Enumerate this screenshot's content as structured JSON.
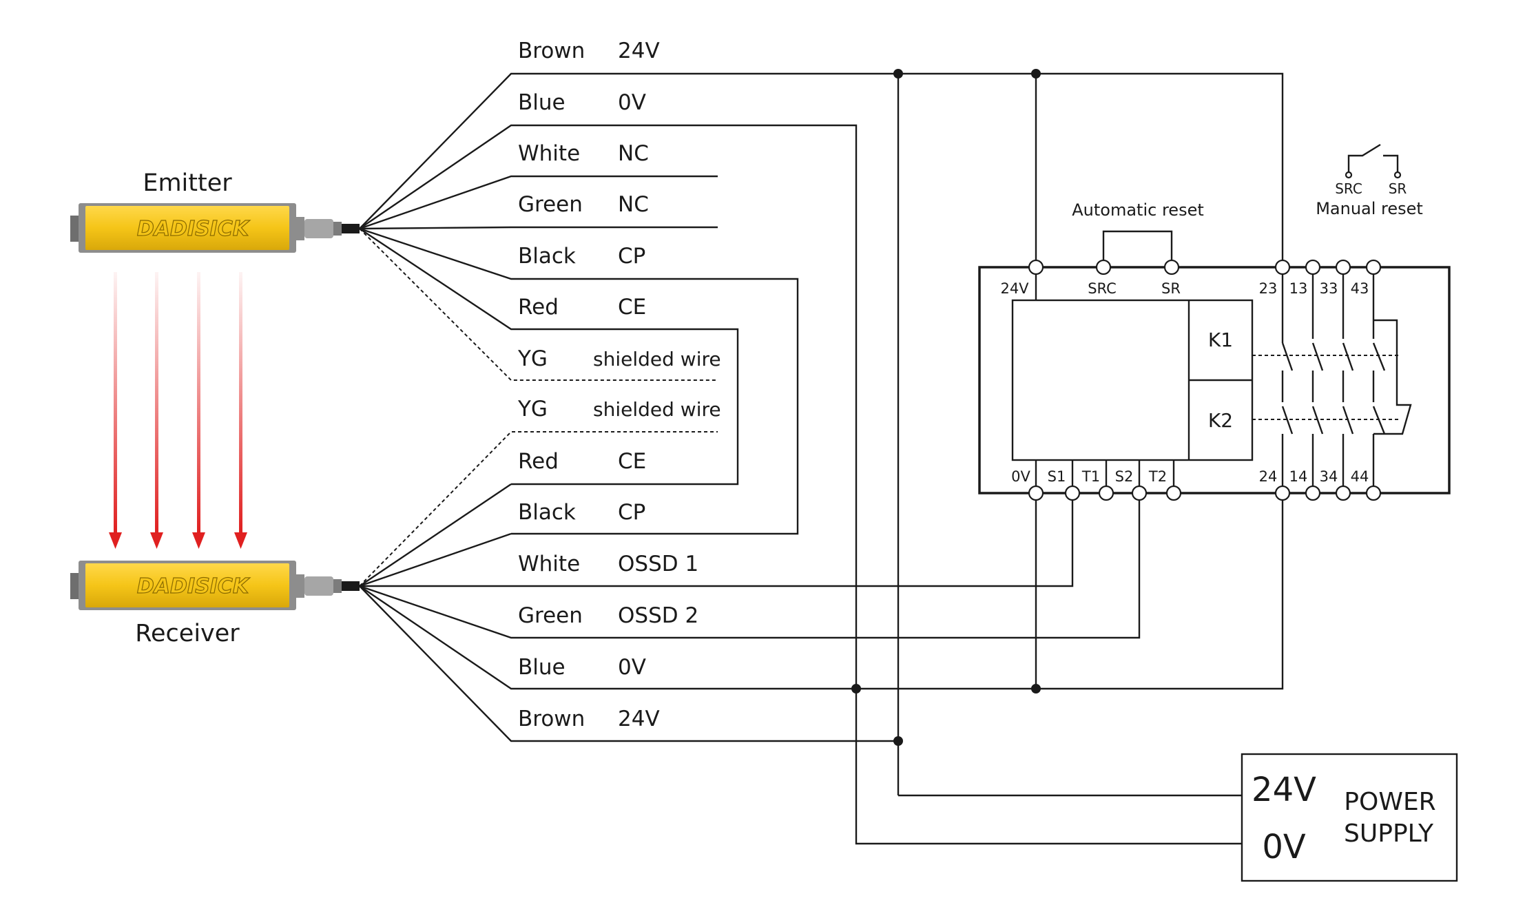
{
  "sensors": {
    "emitter_label": "Emitter",
    "receiver_label": "Receiver",
    "brand": "DADISICK"
  },
  "wires": {
    "emitter": [
      {
        "color": "Brown",
        "signal": "24V"
      },
      {
        "color": "Blue",
        "signal": "0V"
      },
      {
        "color": "White",
        "signal": "NC"
      },
      {
        "color": "Green",
        "signal": "NC"
      },
      {
        "color": "Black",
        "signal": "CP"
      },
      {
        "color": "Red",
        "signal": "CE"
      },
      {
        "color": "YG",
        "signal": "shielded wire"
      }
    ],
    "receiver": [
      {
        "color": "YG",
        "signal": "shielded wire"
      },
      {
        "color": "Red",
        "signal": "CE"
      },
      {
        "color": "Black",
        "signal": "CP"
      },
      {
        "color": "White",
        "signal": "OSSD 1"
      },
      {
        "color": "Green",
        "signal": "OSSD 2"
      },
      {
        "color": "Blue",
        "signal": "0V"
      },
      {
        "color": "Brown",
        "signal": "24V"
      }
    ]
  },
  "relay": {
    "automatic_reset_label": "Automatic reset",
    "manual_reset_label": "Manual reset",
    "switch_src": "SRC",
    "switch_sr": "SR",
    "top_terminals": [
      "24V",
      "SRC",
      "SR",
      "23",
      "13",
      "33",
      "43"
    ],
    "bottom_terminals": [
      "0V",
      "S1",
      "T1",
      "S2",
      "T2",
      "24",
      "14",
      "34",
      "44"
    ],
    "k1": "K1",
    "k2": "K2"
  },
  "power_supply": {
    "v24": "24V",
    "v0": "0V",
    "title_line1": "POWER",
    "title_line2": "SUPPLY"
  },
  "colors": {
    "sensor_body": "#F5C518",
    "arrow": "#E02020",
    "line": "#1a1a1a"
  }
}
